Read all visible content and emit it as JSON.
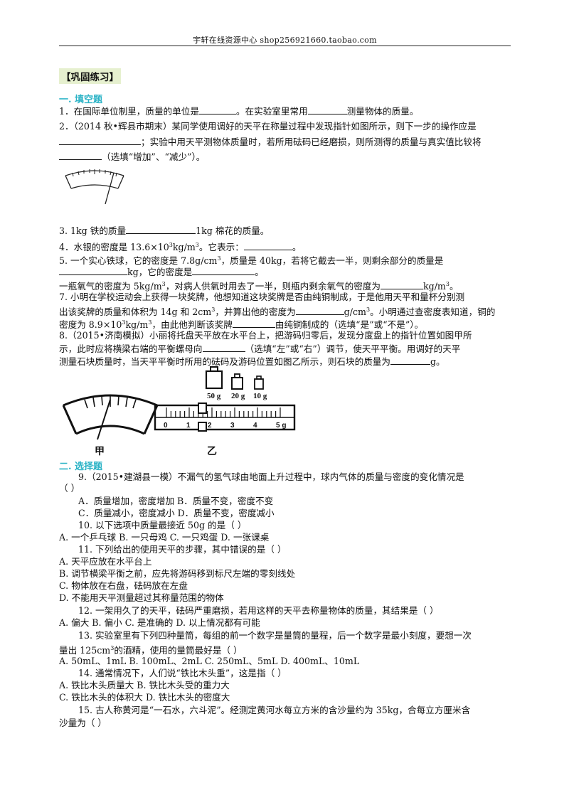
{
  "header": "宇轩在线资源中心   shop256921660.taobao.com",
  "tag": "【巩固练习】",
  "sections": {
    "fill": "一. 填空题",
    "choice": "二. 选择题"
  },
  "q1": {
    "a": "1．在国际单位制里，质量的单位是",
    "b": "。在实验室里常用",
    "c": "测量物体的质量。"
  },
  "q2": {
    "l1": "2．（2014 秋•辉县市期末）某同学使用调好的天平在称量过程中发现指针如图所示，则下一步的操作应是",
    "l2": "；实验中用天平测物体质量时，若所用砝码已经磨损，则所测得的质量与真实值比较将",
    "l3": "（选填“增加”、“减少”）。"
  },
  "q3": {
    "a": "3.  1kg 铁的质量",
    "b": "1kg 棉花的质量。"
  },
  "q4": {
    "a": "4．水银的密度是 13.6×10",
    "exp": "3",
    "b": "kg/m",
    "exp2": "3",
    "c": "。它表示：",
    "d": "。"
  },
  "q5": {
    "a": "5. 一个实心铁球，它的密度是 7.8g/cm",
    "exp": "3",
    "b": "，质量是 40kg，若将它截去一半，则剩余部分的质量是",
    "c": "kg，它的密度是",
    "d": "。"
  },
  "q6": {
    "a": "一瓶氧气的密度为 5kg/m",
    "exp": "3",
    "b": "，对病人供氧时用去了一半，则瓶内剩余氧气的密度为",
    "c": "kg/m",
    "exp2": "3",
    "d": "。"
  },
  "q7": {
    "l1": "7. 小明在学校运动会上获得一块奖牌，他想知道这块奖牌是否由纯铜制成，于是他用天平和量杯分别测",
    "l2a": "出该奖牌的质量和体积为 14g 和 2cm",
    "exp": "3",
    "l2b": "，并算出他的密度为",
    "l2c": "g/cm",
    "exp2": "3",
    "l2d": "。小明通过查密度表知道，铜的",
    "l3a": "密度为 8.9×10",
    "exp3": "3",
    "l3b": "kg/m",
    "exp4": "3",
    "l3c": "，由此他判断该奖牌",
    "l3d": "由纯铜制成的（选填“是”或“不是”）。"
  },
  "q8": {
    "l1": "8.（2015•济南模拟）小丽将托盘天平放在水平台上，把游码归零后，发现分度盘上的指针位置如图甲所",
    "l2": "示，此时应将横梁右端的平衡螺母向",
    "l2b": "（选填“左”或“右”）调节，使天平平衡。用调好的天平",
    "l3": "测量石块质量时，当天平平衡时所用的砝码及游码位置如图乙所示，则石块的质量为",
    "l3b": "g。"
  },
  "figs": {
    "weights": [
      "50 g",
      "20 g",
      "10 g"
    ],
    "ruler": [
      "0",
      "1",
      "2",
      "3",
      "4",
      "5 g"
    ],
    "cap_jia": "甲",
    "cap_yi": "乙"
  },
  "q9": {
    "l1": "9.（2015•建湖县一模）不漏气的氢气球由地面上升过程中，球内气体的质量与密度的变化情况是",
    "l2": "（      ）",
    "o1": "A．质量增加，密度增加      B．质量不变，密度不变",
    "o2": "C．质量减小，密度减小      D．质量不变，密度减小"
  },
  "q10": {
    "l1": "10. 以下选项中质量最接近 50g 的是（      ）",
    "o1": "A. 一个乒乓球    B. 一只母鸡     C. 一只鸡蛋     D. 一张课桌"
  },
  "q11": {
    "l1": "11. 下列给出的使用天平的步骤，其中错误的是（      ）",
    "o1": "A. 天平应放在水平台上",
    "o2": "B. 调节横梁平衡之前，应先将游码移到标尺左端的零刻线处",
    "o3": "C. 物体放在右盘，砝码放在左盘",
    "o4": "D. 不能用天平测量超过其称量范围的物体"
  },
  "q12": {
    "l1": "12. 一架用久了的天平，砝码严重磨损，若用这样的天平去称量物体的质量，其结果是（      ）",
    "o1": "A. 偏大        B. 偏小        C. 是准确的        D. 以上情况都有可能"
  },
  "q13": {
    "l1": "13. 实验室里有下列四种量筒，每组的前一个数字是量筒的量程，后一个数字是最小刻度，要想一次",
    "l2a": "量出 125cm",
    "exp": "3",
    "l2b": "的酒精，使用的量筒最好是（      ）",
    "o1": "A. 50mL、1mL             B. 100mL、2mL             C. 250mL、5mL             D. 400mL、10mL"
  },
  "q14": {
    "l1": "14. 通常情况下，人们说“铁比木头重”，这是指（      ）",
    "o1": "A. 铁比木头质量大                         B. 铁比木头受的重力大",
    "o2": "C. 铁比木头的体积大                       D. 铁比木头的密度大"
  },
  "q15": {
    "l1": "15. 古人称黄河是“一石水，六斗泥”。经测定黄河水每立方米的含沙量约为 35kg，合每立方厘米含",
    "l2": "沙量为（      ）"
  }
}
